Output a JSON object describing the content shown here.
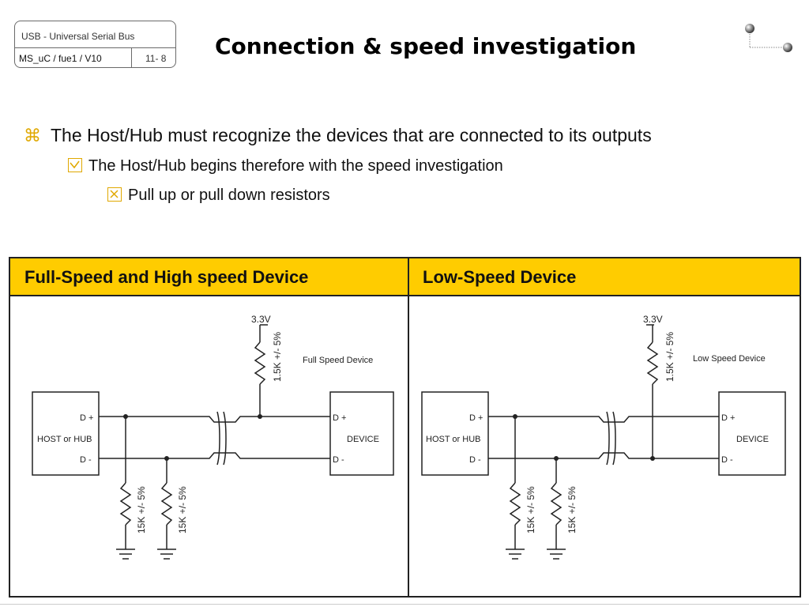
{
  "header": {
    "subject": "USB - Universal Serial Bus",
    "code": "MS_uC / fue1 / V10",
    "page": "11- 8",
    "title": "Connection & speed investigation"
  },
  "bullets": {
    "level1": "The Host/Hub must recognize the devices that are connected to its outputs",
    "level2": "The Host/Hub begins therefore with the speed investigation",
    "level3": "Pull up or pull down resistors"
  },
  "table": {
    "col1_header": "Full-Speed and High speed Device",
    "col2_header": "Low-Speed Device"
  },
  "diagrams": {
    "full_speed": {
      "supply": "3.3V",
      "pullup": "1.5K +/- 5%",
      "device_caption": "Full Speed Device",
      "host_label": "HOST or HUB",
      "device_label": "DEVICE",
      "dplus": "D +",
      "dminus": "D -",
      "pulldown1": "15K +/- 5%",
      "pulldown2": "15K +/- 5%"
    },
    "low_speed": {
      "supply": "3.3V",
      "pullup": "1.5K +/- 5%",
      "device_caption": "Low Speed Device",
      "host_label": "HOST or HUB",
      "device_label": "DEVICE",
      "dplus": "D +",
      "dminus": "D -",
      "pulldown1": "15K +/- 5%",
      "pulldown2": "15K +/- 5%"
    }
  },
  "colors": {
    "accent": "#ffcc00",
    "bullet": "#e0a800"
  }
}
